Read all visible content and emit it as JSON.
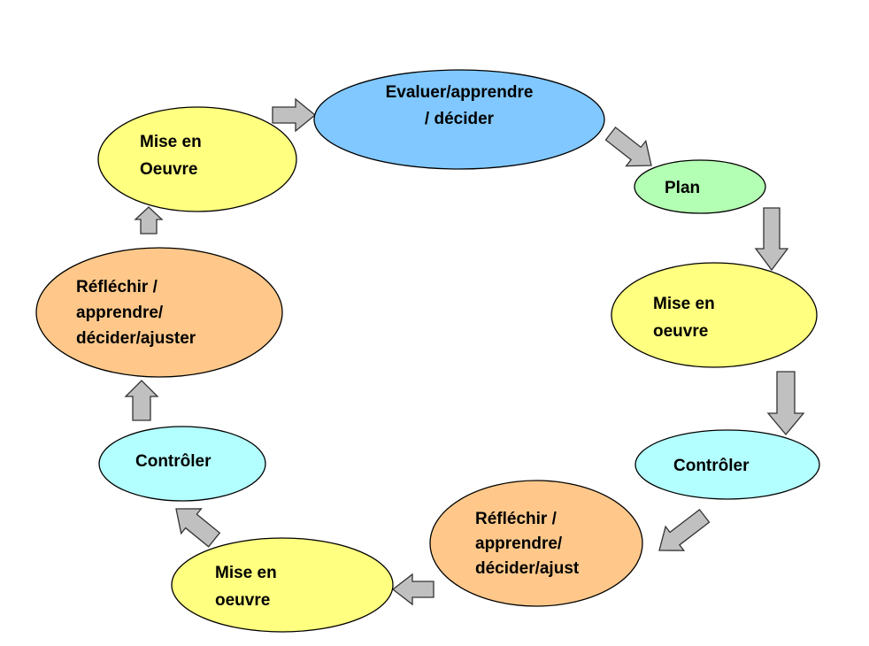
{
  "diagram": {
    "nodes": [
      {
        "id": "evaluer",
        "lines": [
          "Evaluer/apprendre",
          "/ décider"
        ],
        "color": "#80c8ff"
      },
      {
        "id": "plan",
        "lines": [
          "Plan"
        ],
        "color": "#b3ffb3"
      },
      {
        "id": "mise-en-oeuvre-right",
        "lines": [
          "Mise en",
          "oeuvre"
        ],
        "color": "#ffff80"
      },
      {
        "id": "controler-right",
        "lines": [
          "Contrôler"
        ],
        "color": "#b3ffff"
      },
      {
        "id": "reflechir-bottom",
        "lines": [
          "Réfléchir /",
          "apprendre/",
          "décider/ajust"
        ],
        "color": "#ffc88a"
      },
      {
        "id": "mise-en-oeuvre-bottom",
        "lines": [
          "Mise en",
          "oeuvre"
        ],
        "color": "#ffff80"
      },
      {
        "id": "controler-left",
        "lines": [
          "Contrôler"
        ],
        "color": "#b3ffff"
      },
      {
        "id": "reflechir-left",
        "lines": [
          "Réfléchir /",
          "apprendre/",
          "décider/ajuster"
        ],
        "color": "#ffc88a"
      },
      {
        "id": "mise-en-oeuvre-top",
        "lines": [
          "Mise en",
          "Oeuvre"
        ],
        "color": "#ffff80"
      }
    ],
    "edges": [
      {
        "from": "mise-en-oeuvre-top",
        "to": "evaluer"
      },
      {
        "from": "evaluer",
        "to": "plan"
      },
      {
        "from": "plan",
        "to": "mise-en-oeuvre-right"
      },
      {
        "from": "mise-en-oeuvre-right",
        "to": "controler-right"
      },
      {
        "from": "controler-right",
        "to": "reflechir-bottom"
      },
      {
        "from": "reflechir-bottom",
        "to": "mise-en-oeuvre-bottom"
      },
      {
        "from": "mise-en-oeuvre-bottom",
        "to": "controler-left"
      },
      {
        "from": "controler-left",
        "to": "reflechir-left"
      },
      {
        "from": "reflechir-left",
        "to": "mise-en-oeuvre-top"
      }
    ],
    "arrow_color": "#c0c0c0"
  }
}
